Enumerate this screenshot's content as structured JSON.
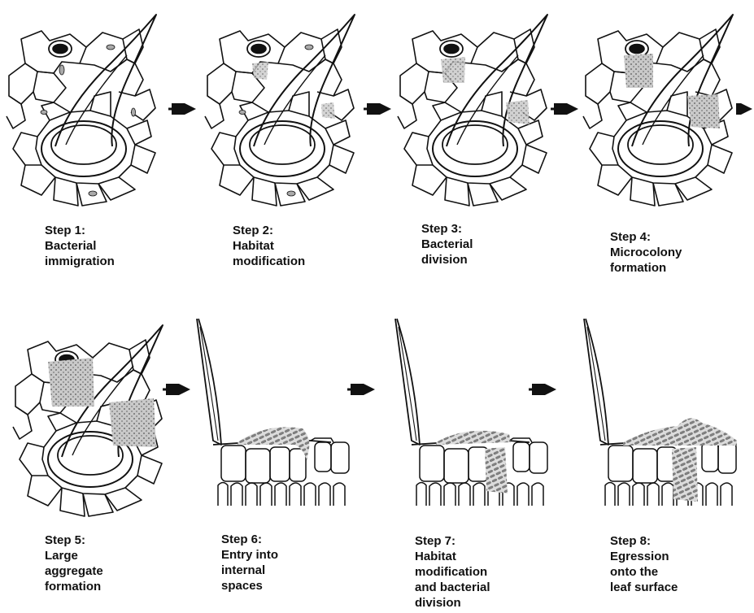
{
  "steps": [
    {
      "title": "Step 1:",
      "lines": [
        "Bacterial",
        "immigration"
      ]
    },
    {
      "title": "Step 2:",
      "lines": [
        "Habitat",
        "modification"
      ]
    },
    {
      "title": "Step 3:",
      "lines": [
        "Bacterial",
        "division"
      ]
    },
    {
      "title": "Step 4:",
      "lines": [
        "Microcolony",
        "formation"
      ]
    },
    {
      "title": "Step 5:",
      "lines": [
        "Large",
        "aggregate",
        "formation"
      ]
    },
    {
      "title": "Step 6:",
      "lines": [
        "Entry into",
        "internal",
        "spaces"
      ]
    },
    {
      "title": "Step 7:",
      "lines": [
        "Habitat",
        "modification",
        "and bacterial",
        "division"
      ]
    },
    {
      "title": "Step 8:",
      "lines": [
        "Egression",
        "onto the",
        "leaf surface"
      ]
    }
  ]
}
